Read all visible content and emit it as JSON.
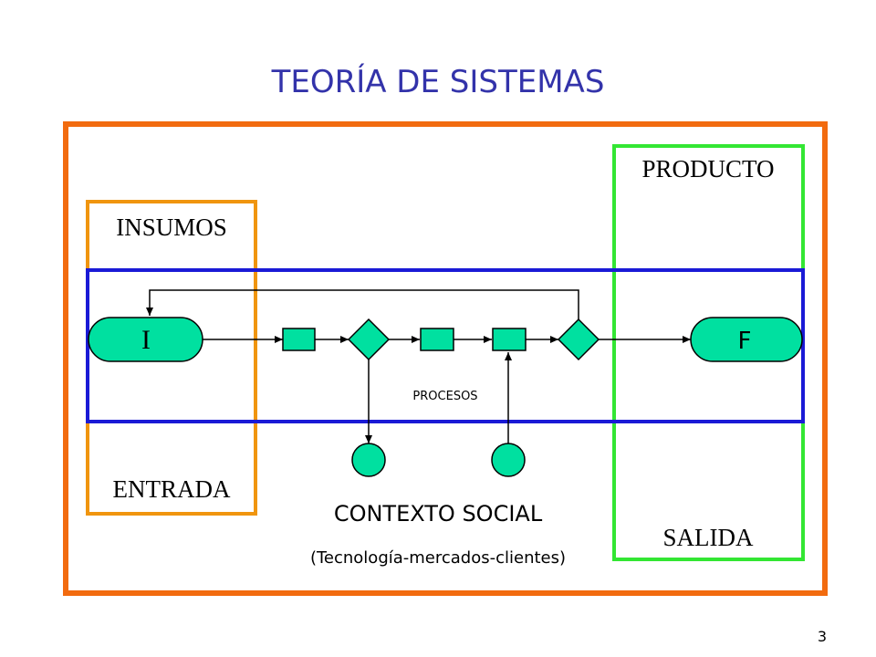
{
  "title": "TEORÍA DE SISTEMAS",
  "labels": {
    "insumos": "INSUMOS",
    "entrada": "ENTRADA",
    "producto": "PRODUCTO",
    "salida": "SALIDA",
    "procesos": "PROCESOS",
    "contexto": "CONTEXTO SOCIAL",
    "contexto_sub": "(Tecnología-mercados-clientes)",
    "inicio": "I",
    "fin": "F"
  },
  "page_number": "3",
  "colors": {
    "title": "#3333aa",
    "outer_frame": "#f26b0f",
    "input_frame": "#f0950f",
    "output_frame": "#33e633",
    "process_frame": "#1a1ad6",
    "shape_fill": "#00e0a0"
  }
}
